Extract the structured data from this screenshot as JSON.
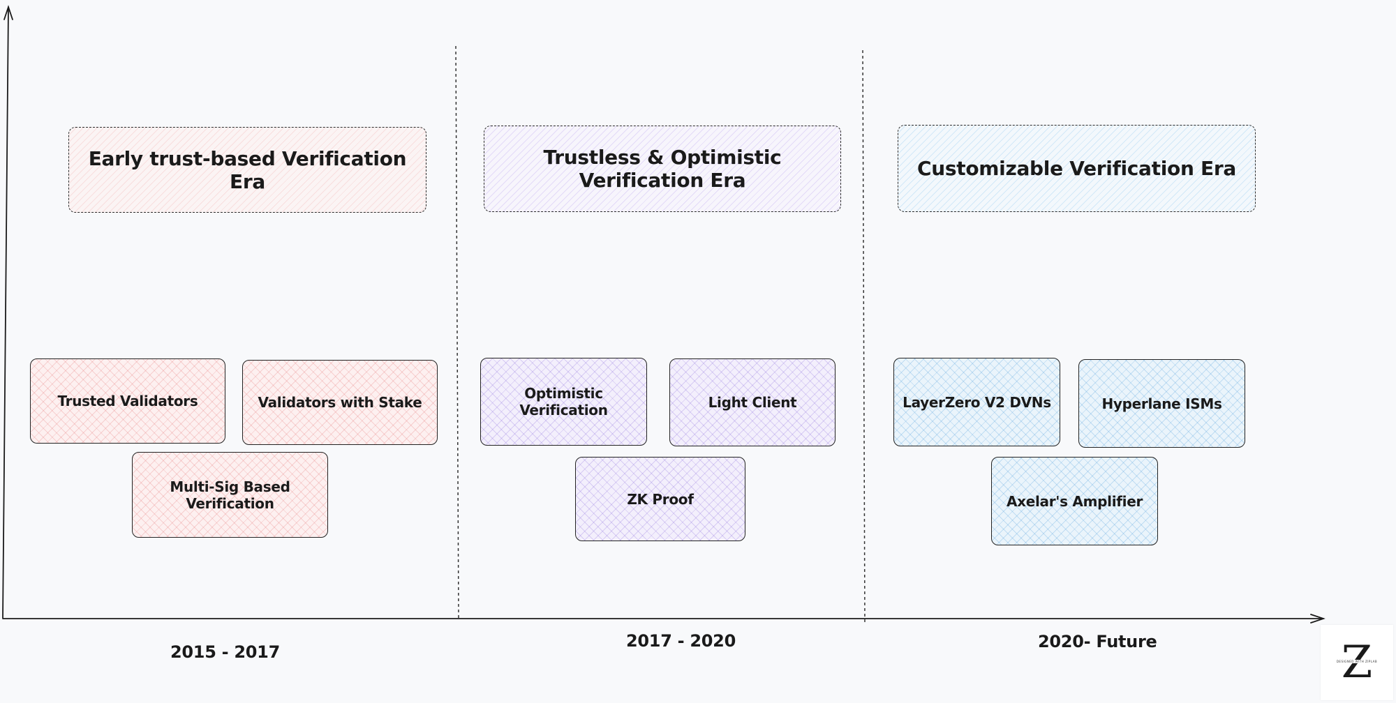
{
  "eras": [
    {
      "title": "Early trust-based Verification Era"
    },
    {
      "title": "Trustless & Optimistic Verification Era"
    },
    {
      "title": "Customizable Verification Era"
    }
  ],
  "mechanisms": {
    "era1": [
      "Trusted Validators",
      "Validators with Stake",
      "Multi-Sig Based Verification"
    ],
    "era2": [
      "Optimistic Verification",
      "Light Client",
      "ZK Proof"
    ],
    "era3": [
      "LayerZero V2 DVNs",
      "Hyperlane ISMs",
      "Axelar's Amplifier"
    ]
  },
  "periods": [
    "2015 - 2017",
    "2017 - 2020",
    "2020- Future"
  ],
  "logo": {
    "letter": "Z",
    "tagline": "DESIGNED WITH ZIPLAB"
  },
  "colors": {
    "background": "#f8f9fb",
    "era1": "#f28b8b",
    "era2": "#9b7fe0",
    "era3": "#5aaee0"
  }
}
